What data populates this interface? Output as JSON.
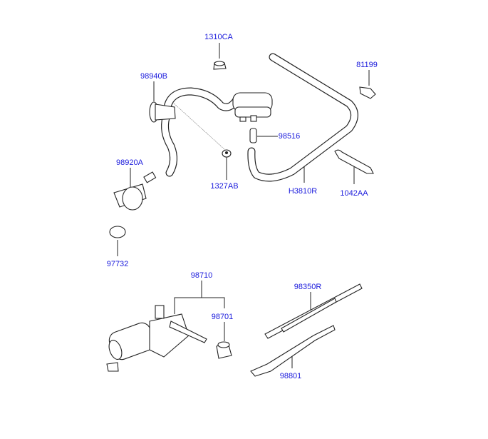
{
  "diagram": {
    "title": "Rear wiper and washer parts",
    "labels": {
      "p1310CA": "1310CA",
      "p98940B": "98940B",
      "p81199": "81199",
      "p98516": "98516",
      "p98920A": "98920A",
      "p1327AB": "1327AB",
      "pH3810R": "H3810R",
      "p1042AA": "1042AA",
      "p97732": "97732",
      "p98710": "98710",
      "p98701": "98701",
      "p98350R": "98350R",
      "p98801": "98801"
    },
    "colors": {
      "label": "#1a1adc",
      "line": "#222222"
    }
  }
}
